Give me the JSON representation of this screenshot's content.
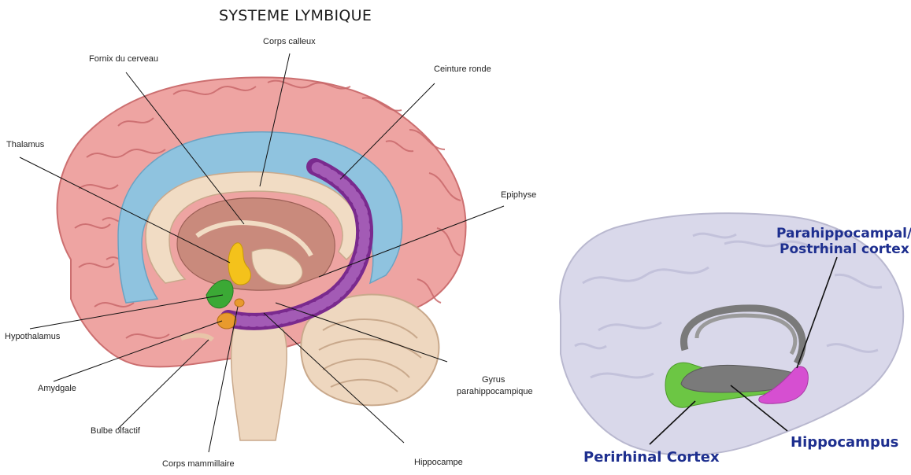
{
  "left_diagram": {
    "title": "SYSTEME LYMBIQUE",
    "labels": {
      "corps_calleux": "Corps calleux",
      "fornix": "Fornix du cerveau",
      "ceinture_ronde": "Ceinture ronde",
      "thalamus": "Thalamus",
      "epiphyse": "Epiphyse",
      "hypothalamus": "Hypothalamus",
      "gyrus_line1": "Gyrus",
      "gyrus_line2": "parahippocampique",
      "amydgale": "Amydgale",
      "bulbe": "Bulbe olfactif",
      "hippocampe": "Hippocampe",
      "corps_mammillaire": "Corps mammillaire"
    },
    "colors": {
      "cortex": "#eea4a2",
      "cingulate": "#8fc3df",
      "corpus_callosum": "#f1dcc4",
      "hippocampus": "#7a2a8e",
      "thalamus": "#f4c21b",
      "hypothalamus": "#3ba935",
      "amygdala": "#e89a2d"
    }
  },
  "right_diagram": {
    "labels": {
      "parahippocampal_line1": "Parahippocampal/",
      "parahippocampal_line2": "Postrhinal cortex",
      "perirhinal": "Perirhinal Cortex",
      "hippocampus": "Hippocampus"
    },
    "colors": {
      "label_text": "#1e2f8f",
      "perirhinal": "#6cc644",
      "parahippocampal": "#d64fd1",
      "hippocampus": "#7a7a7a",
      "brain": "#d9d8ea"
    }
  }
}
